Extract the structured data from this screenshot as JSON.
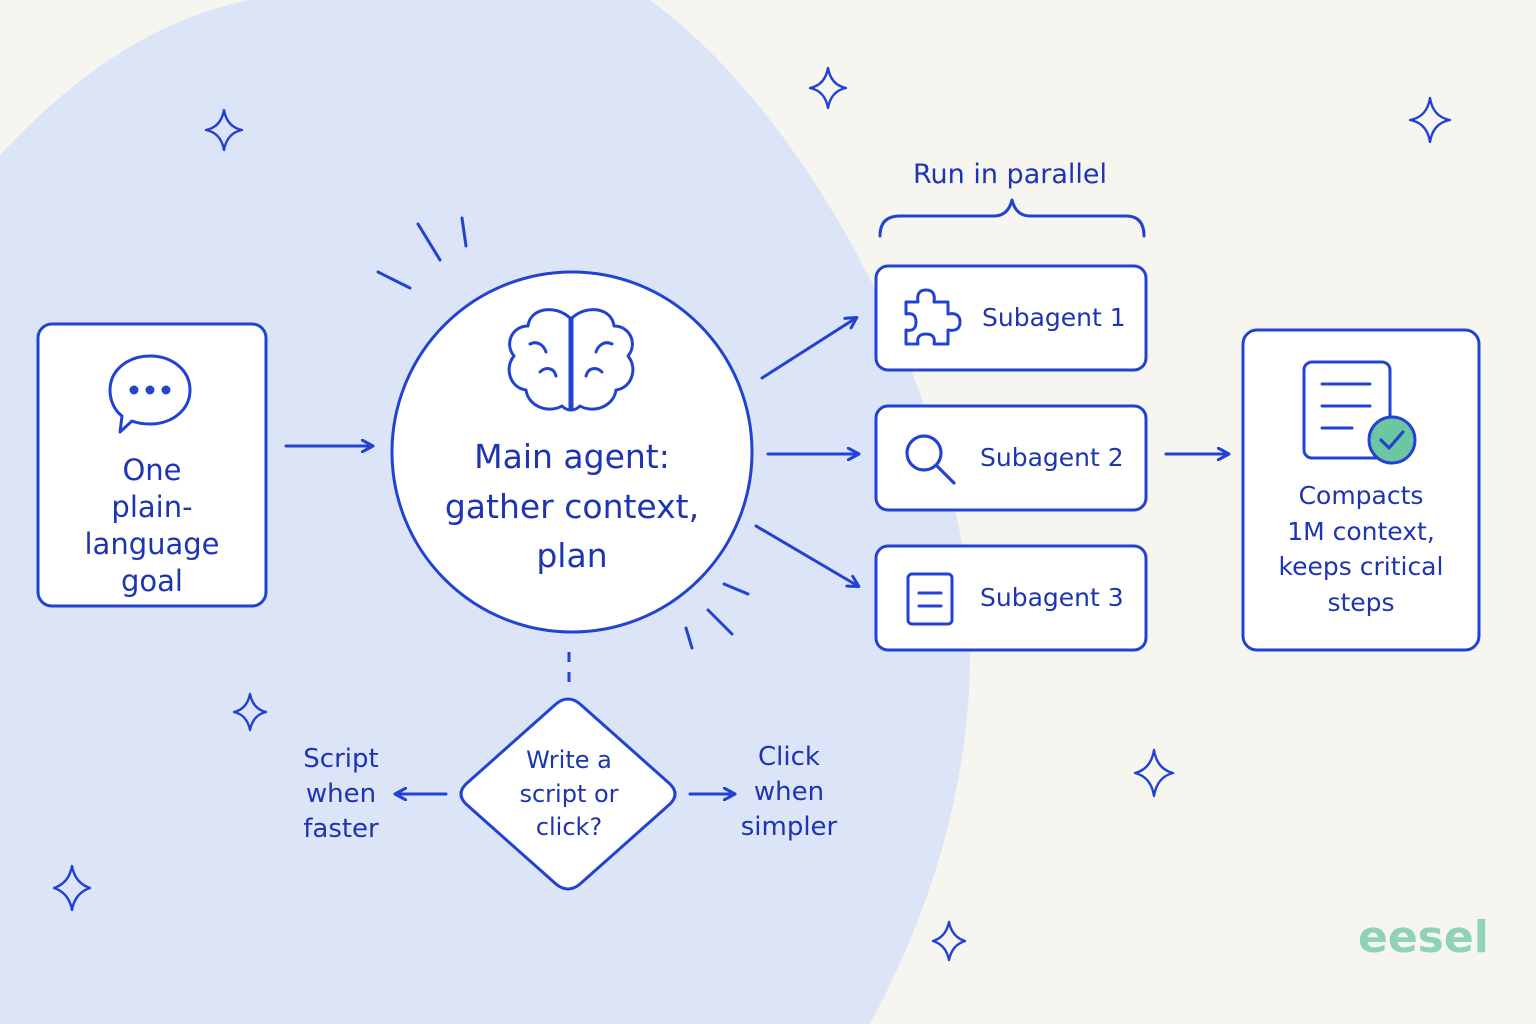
{
  "diagram": {
    "goal": {
      "lines": [
        "One",
        "plain-language",
        "goal"
      ],
      "icon": "speech-bubble-icon"
    },
    "main_agent": {
      "lines": [
        "Main agent:",
        "gather context,",
        "plan"
      ],
      "icon": "brain-icon"
    },
    "parallel_label": "Run in parallel",
    "subagents": [
      {
        "label": "Subagent 1",
        "icon": "puzzle-icon"
      },
      {
        "label": "Subagent 2",
        "icon": "magnifier-icon"
      },
      {
        "label": "Subagent 3",
        "icon": "document-icon"
      }
    ],
    "compact": {
      "lines": [
        "Compacts",
        "1M context,",
        "keeps critical",
        "steps"
      ],
      "icon": "checked-document-icon"
    },
    "decision": {
      "lines": [
        "Write a",
        "script or",
        "click?"
      ]
    },
    "left_branch": {
      "lines": [
        "Script",
        "when",
        "faster"
      ]
    },
    "right_branch": {
      "lines": [
        "Click",
        "when",
        "simpler"
      ]
    }
  },
  "brand": {
    "name": "eesel"
  },
  "colors": {
    "ink": "#2243d1",
    "background": "#f6f5f0",
    "blob": "#dce4f7",
    "check": "#6cc6a0",
    "brand": "#8fd3b6"
  }
}
